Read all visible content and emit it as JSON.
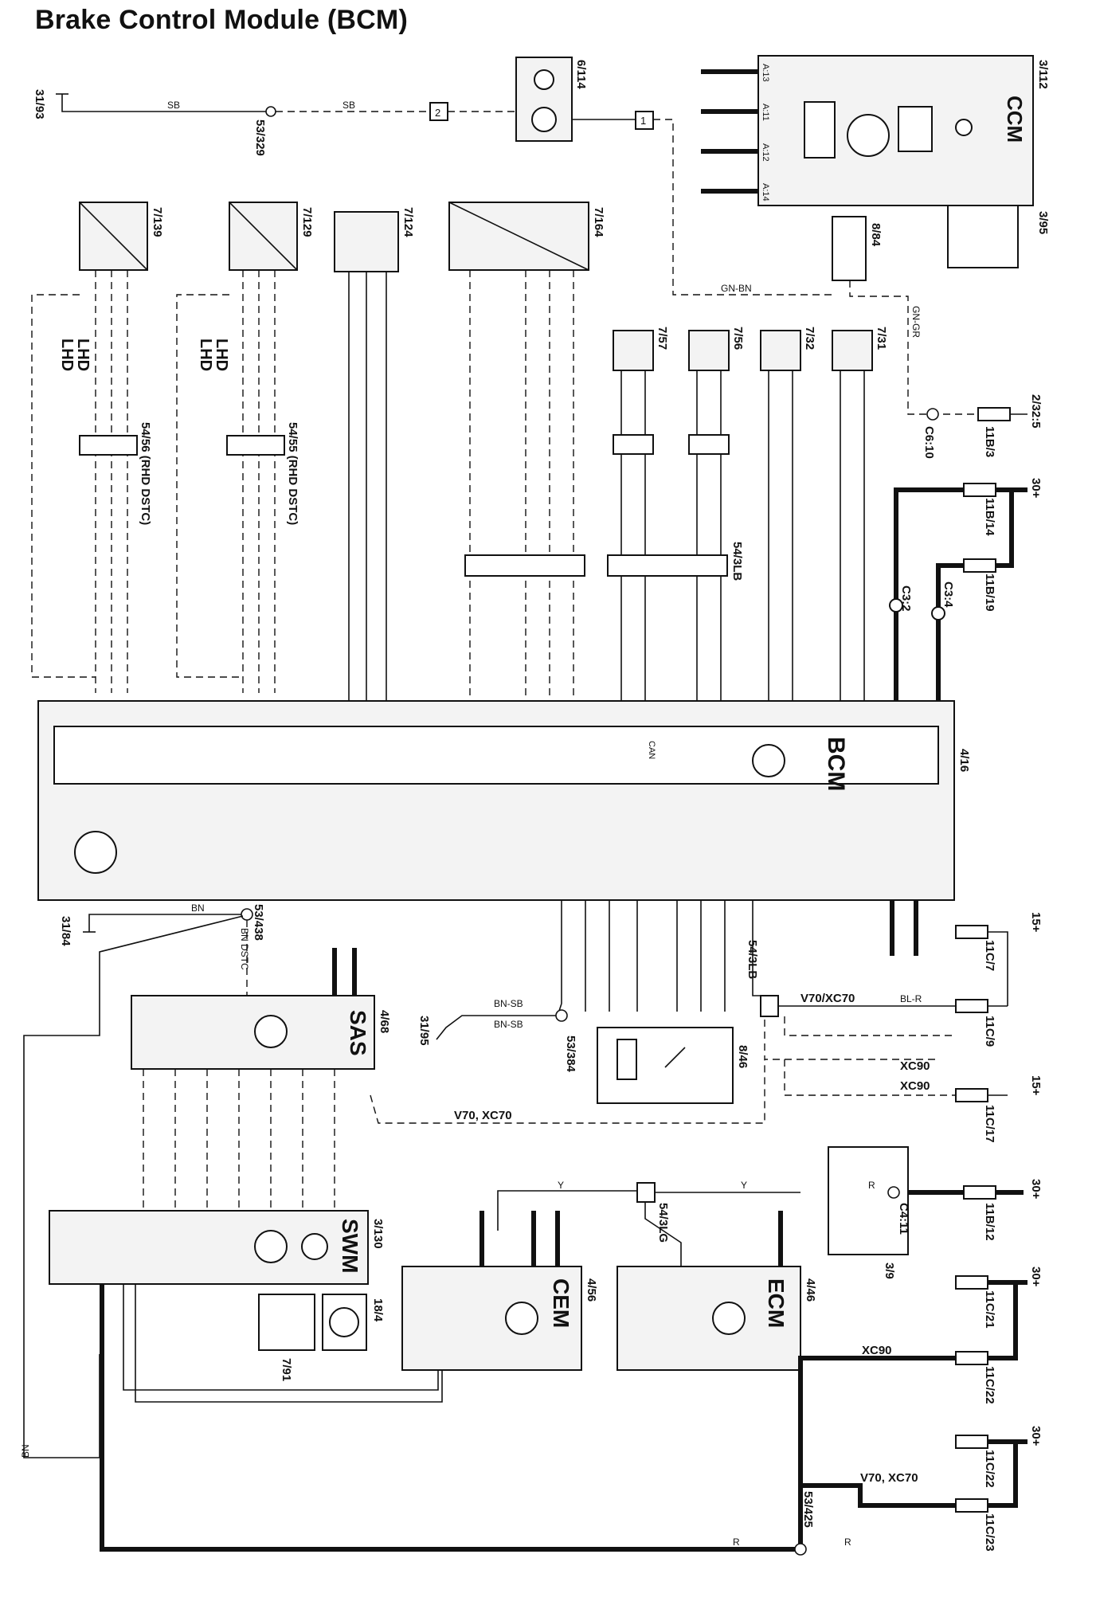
{
  "title": "Brake Control Module (BCM)",
  "labels": {
    "l_3193": "31/93",
    "l_sb1": "SB",
    "l_sb2": "SB",
    "l_53329": "53/329",
    "l_6114": "6/114",
    "l_pin2": "2",
    "l_pin1": "1",
    "l_ccm": "CCM",
    "l_3112": "3/112",
    "l_395": "3/95",
    "l_a13": "A:13",
    "l_a11": "A:11",
    "l_a12": "A:12",
    "l_a14": "A:14",
    "l_7139": "7/139",
    "l_7129": "7/129",
    "l_7124": "7/124",
    "l_7164": "7/164",
    "l_884": "8/84",
    "l_gnbn": "GN-BN",
    "l_gngr": "GN-GR",
    "l_757": "7/57",
    "l_756": "7/56",
    "l_732": "7/32",
    "l_731": "7/31",
    "l_c610": "C6:10",
    "l_11b3": "11B/3",
    "l_2325": "2/32:5",
    "l_lhd1": "LHD",
    "l_lhd2": "LHD",
    "l_lhd3": "LHD",
    "l_lhd4": "LHD",
    "l_5456": "54/56 (RHD DSTC)",
    "l_5455": "54/55 (RHD DSTC)",
    "l_543lb": "54/3LB",
    "l_30a": "30+",
    "l_11b14": "11B/14",
    "l_11b19": "11B/19",
    "l_c32": "C3:2",
    "l_c34": "C3:4",
    "l_bcm": "BCM",
    "l_416": "4/16",
    "l_can1": "CAN",
    "l_3184": "31/84",
    "l_bn1": "BN",
    "l_53438": "53/438",
    "l_bndstc": "BN DSTC",
    "l_sas": "SAS",
    "l_468": "4/68",
    "l_3195": "31/95",
    "l_53384": "53/384",
    "l_bnsb1": "BN-SB",
    "l_bnsb2": "BN-SB",
    "l_846": "8/46",
    "l_543lb2": "54/3LB",
    "l_v70xc70a": "V70/XC70",
    "l_blr": "BL-R",
    "l_15a": "15+",
    "l_11c7": "11C/7",
    "l_11c9": "11C/9",
    "l_xc90a": "XC90",
    "l_xc90b": "XC90",
    "l_15b": "15+",
    "l_11c17": "11C/17",
    "l_v70xc70b": "V70, XC70",
    "l_swm": "SWM",
    "l_3130": "3/130",
    "l_184": "18/4",
    "l_791": "7/91",
    "l_cem": "CEM",
    "l_456": "4/56",
    "l_ecm": "ECM",
    "l_446": "4/46",
    "l_543lg": "54/3LG",
    "l_y1": "Y",
    "l_y2": "Y",
    "l_r1": "R",
    "l_c411": "C4:11",
    "l_11b12": "11B/12",
    "l_30b": "30+",
    "l_39": "3/9",
    "l_30c": "30+",
    "l_11c21": "11C/21",
    "l_xc90c": "XC90",
    "l_11c22a": "11C/22",
    "l_30d": "30+",
    "l_11c22b": "11C/22",
    "l_v70xc70c": "V70, XC70",
    "l_11c23": "11C/23",
    "l_53425": "53/425",
    "l_r2": "R",
    "l_r3": "R",
    "l_bn2": "BN"
  }
}
